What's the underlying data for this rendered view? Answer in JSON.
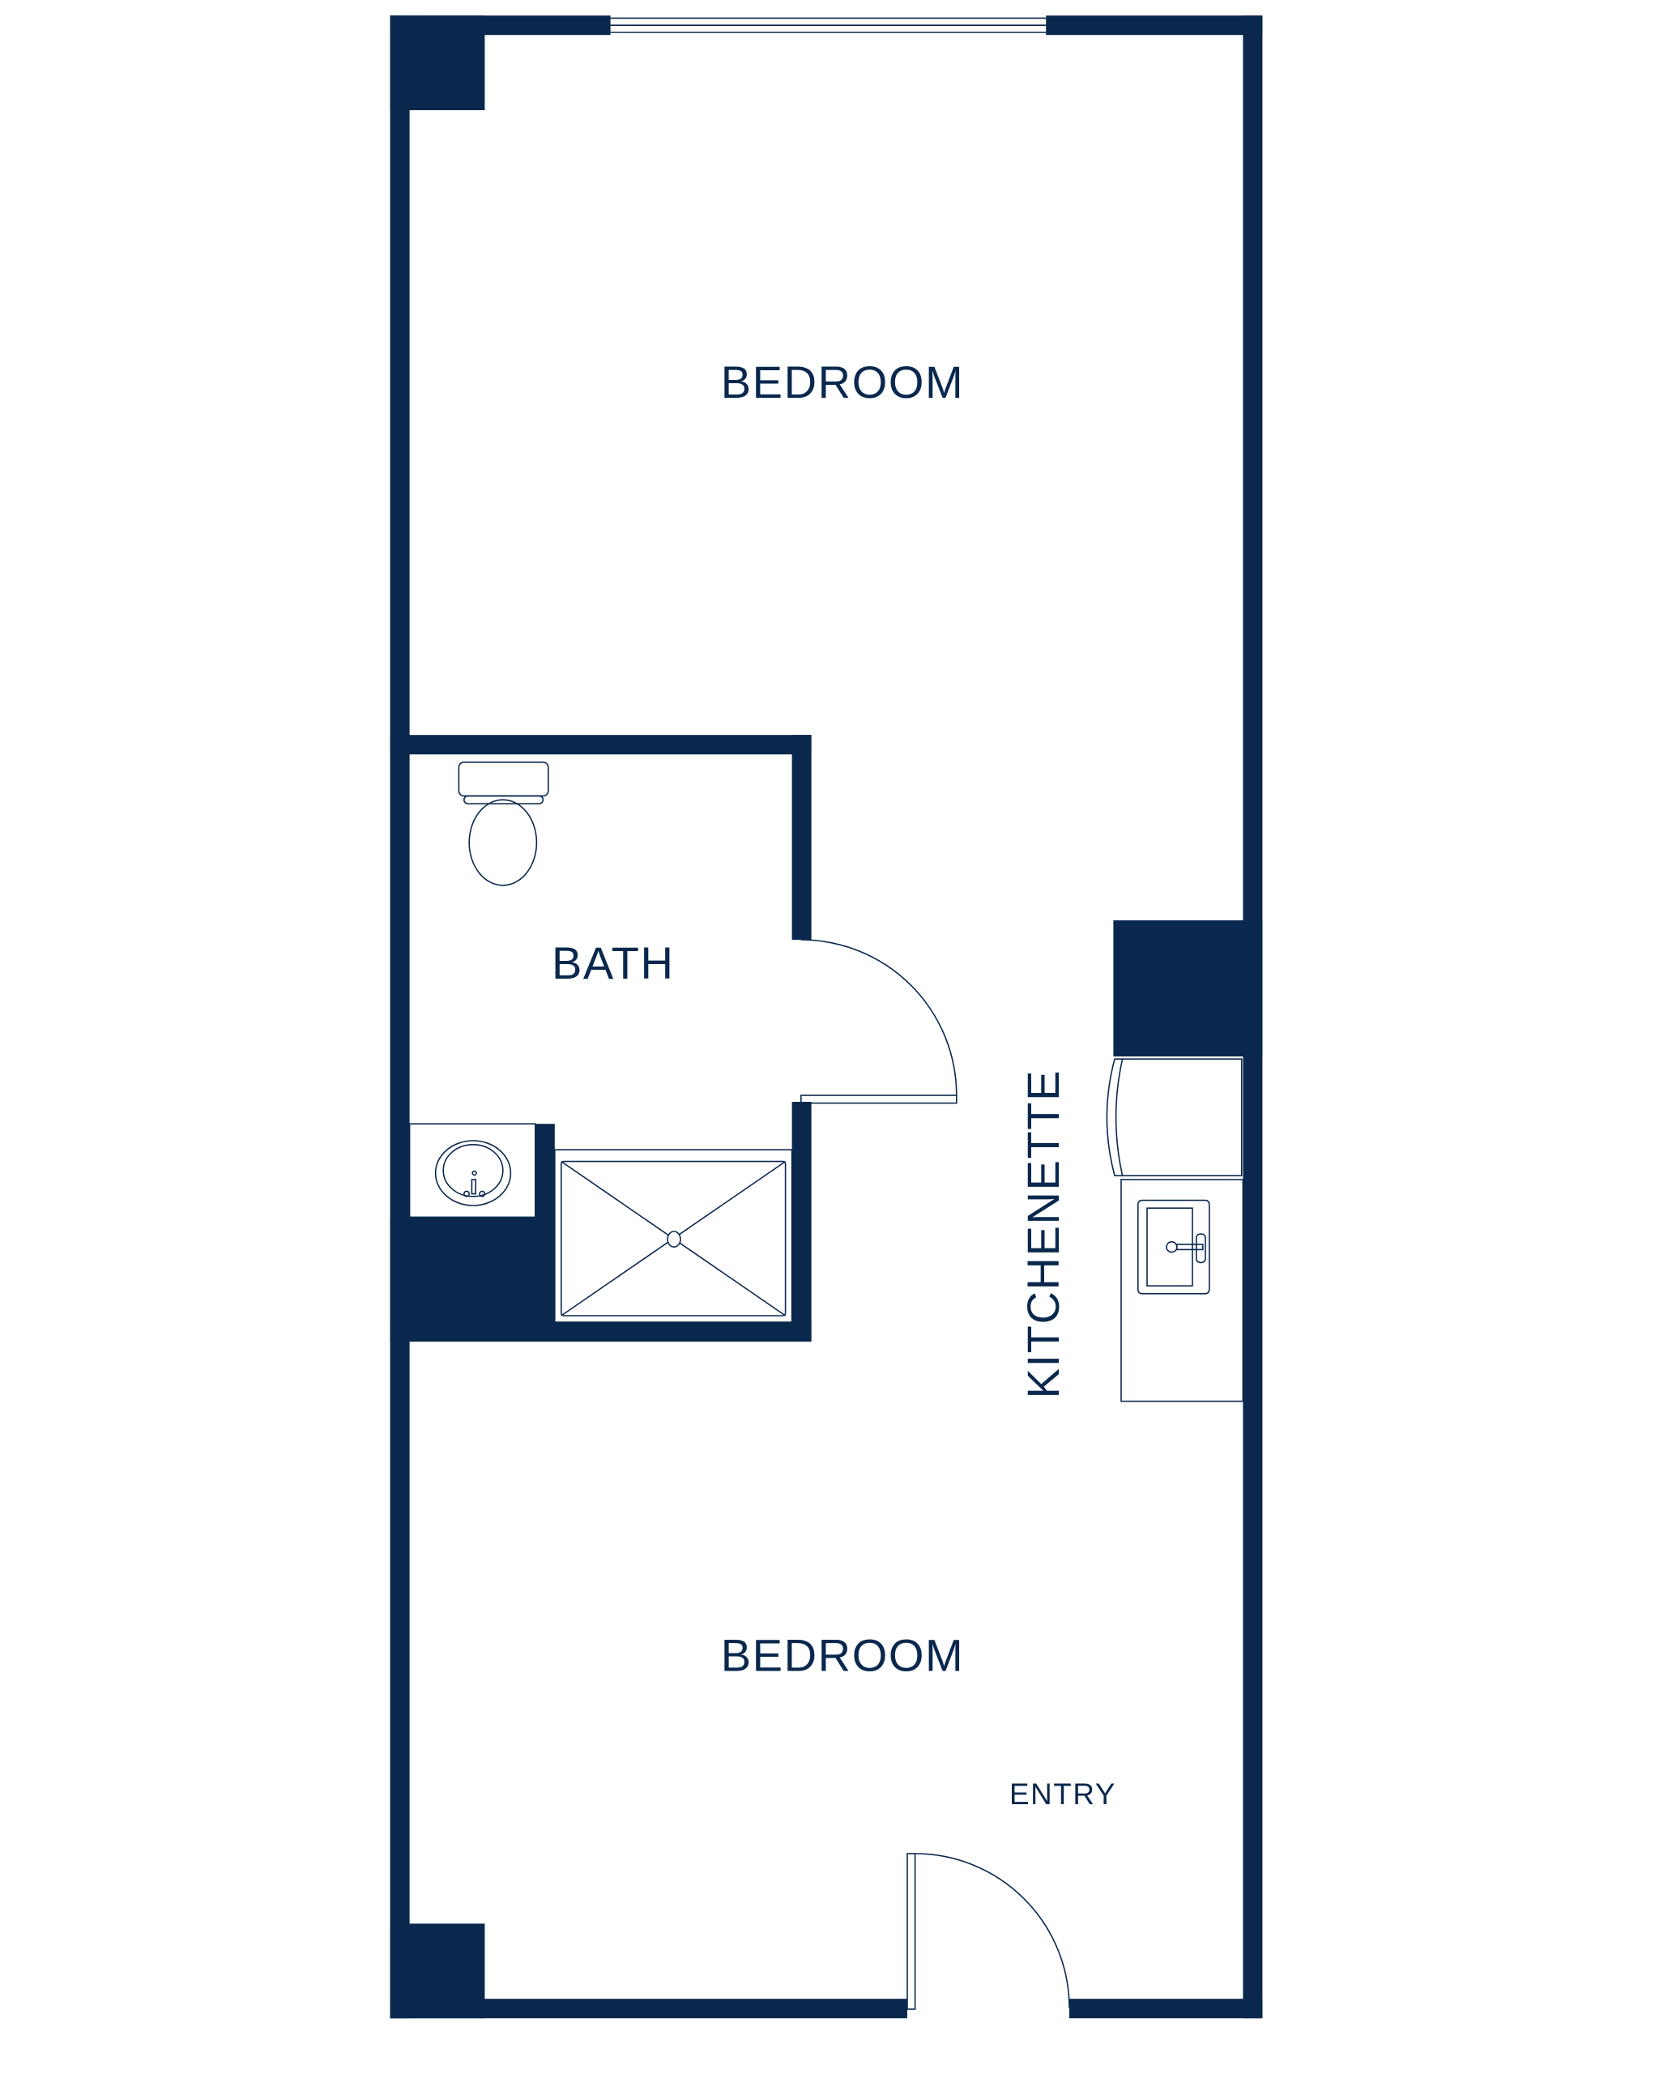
{
  "floorplan": {
    "rooms": {
      "bedroom_top": "BEDROOM",
      "bath": "BATH",
      "kitchenette": "KITCHENETTE",
      "bedroom_bottom": "BEDROOM",
      "entry": "ENTRY"
    },
    "colors": {
      "wall": "#0a284d",
      "background": "#ffffff"
    }
  }
}
